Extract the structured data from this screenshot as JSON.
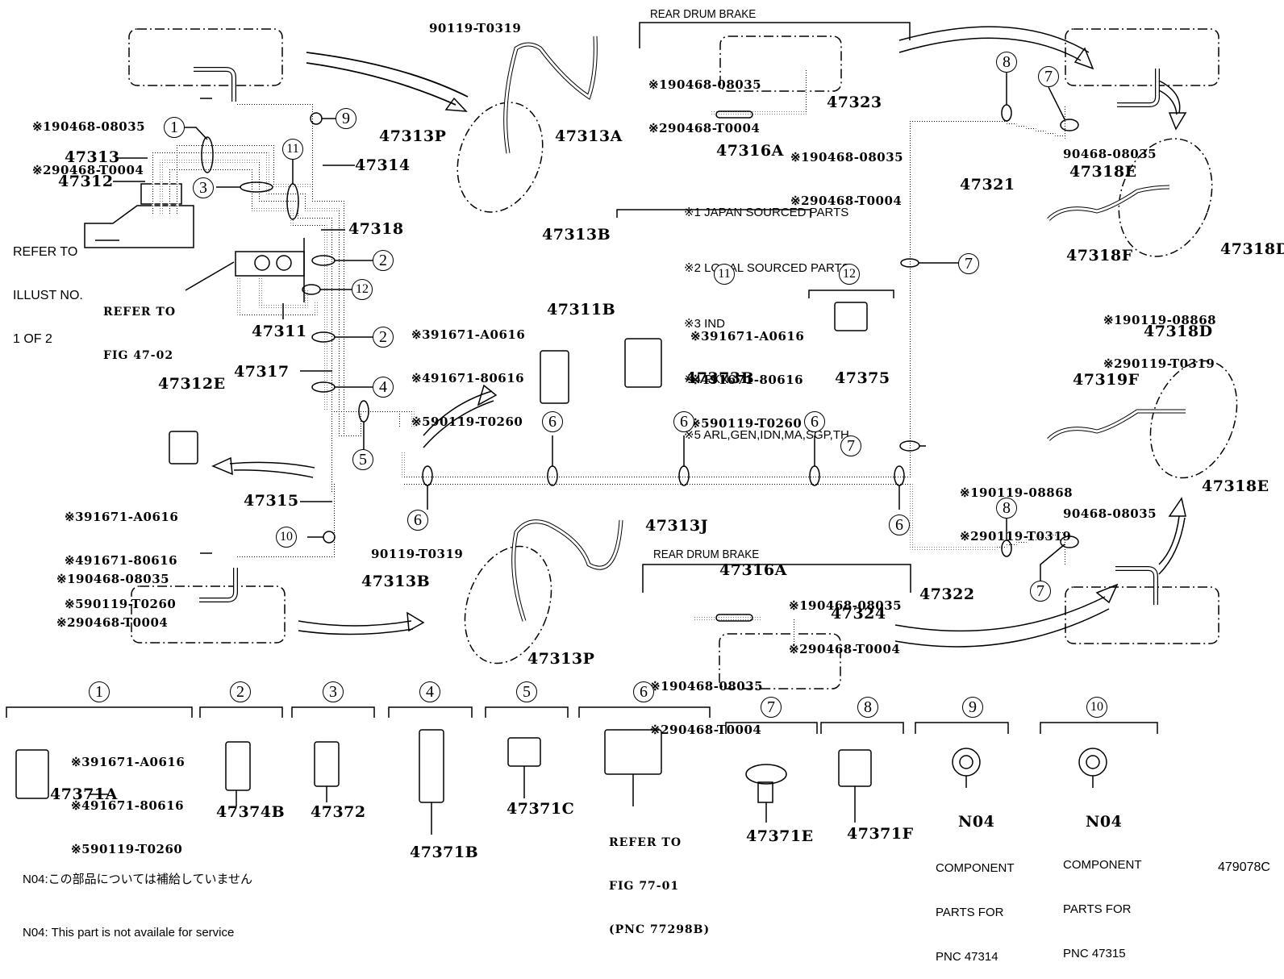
{
  "diagram": {
    "title": "Brake tube & clamp parts illustration",
    "illustration_id": "479078C",
    "sections": {
      "rear_drum_brake_top": "REAR DRUM BRAKE",
      "rear_drum_brake_bottom": "REAR DRUM BRAKE"
    },
    "legend": [
      "※1 JAPAN SOURCED PARTS",
      "※2 LOCAL SOURCED PARTS",
      "※3 IND",
      "※4 PKN",
      "※5 ARL,GEN,IDN,MA,SGP,TH"
    ],
    "footnotes": {
      "jp": "N04:この部品については補給していません",
      "en": "N04: This part is not availale for service"
    },
    "refs": {
      "illust": [
        "REFER TO",
        "ILLUST NO.",
        "1 OF 2"
      ],
      "fig4702": [
        "REFER TO",
        "FIG 47-02"
      ],
      "fig7701": [
        "REFER TO",
        "FIG 77-01",
        "(PNC 77298B)"
      ],
      "comp9": [
        "N04",
        "COMPONENT",
        "PARTS FOR",
        "PNC 47314"
      ],
      "comp10": [
        "N04",
        "COMPONENT",
        "PARTS FOR",
        "PNC 47315"
      ]
    },
    "clip_pair": [
      "※190468-08035",
      "※290468-T0004"
    ],
    "bolt_triple": [
      "※391671-A0616",
      "※491671-80616",
      "※590119-T0260"
    ],
    "union_pair": [
      "※190119-08868",
      "※290119-T0319"
    ],
    "part_numbers": {
      "p47313": "47313",
      "p47312": "47312",
      "p47314": "47314",
      "p47318": "47318",
      "p47311": "47311",
      "p47317": "47317",
      "p47315": "47315",
      "p47312E": "47312E",
      "p47313P_top": "47313P",
      "p47313A": "47313A",
      "p47313B_top": "47313B",
      "p90119_top": "90119-T0319",
      "p47323": "47323",
      "p47316A_top": "47316A",
      "p47321": "47321",
      "p47311B": "47311B",
      "p47373B": "47373B",
      "p47375": "47375",
      "p47318E_top": "47318E",
      "p47318F": "47318F",
      "p47318D_top": "47318D",
      "p90468_top": "90468-08035",
      "p47318D_mid": "47318D",
      "p47319F": "47319F",
      "p47318E_mid": "47318E",
      "p90468_bot": "90468-08035",
      "p47322": "47322",
      "p47313J": "47313J",
      "p90119_bot": "90119-T0319",
      "p47313B_bot": "47313B",
      "p47313P_bot": "47313P",
      "p47316A_bot": "47316A",
      "p47324": "47324",
      "p47371A": "47371A",
      "p47374B": "47374B",
      "p47372": "47372",
      "p47371B": "47371B",
      "p47371C": "47371C",
      "p47371E": "47371E",
      "p47371F": "47371F"
    },
    "callouts": {
      "c1": "1",
      "c2": "2",
      "c3": "3",
      "c4": "4",
      "c5": "5",
      "c6": "6",
      "c7": "7",
      "c8": "8",
      "c9": "9",
      "c10": "10",
      "c11": "11",
      "c12": "12"
    }
  }
}
